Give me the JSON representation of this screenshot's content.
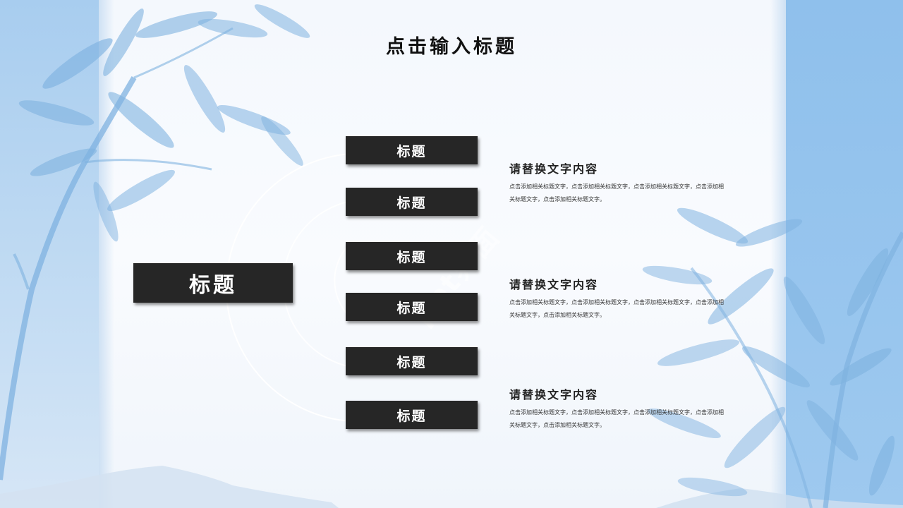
{
  "slide": {
    "title": "点击输入标题",
    "center_label": "标题",
    "items": [
      {
        "label": "标题"
      },
      {
        "label": "标题"
      },
      {
        "label": "标题"
      },
      {
        "label": "标题"
      },
      {
        "label": "标题"
      },
      {
        "label": "标题"
      }
    ],
    "sections": [
      {
        "heading": "请替换文字内容",
        "body": "点击添加相关标题文字，点击添加相关标题文字，点击添加相关标题文字，点击添加相关标题文字，点击添加相关标题文字。"
      },
      {
        "heading": "请替换文字内容",
        "body": "点击添加相关标题文字，点击添加相关标题文字，点击添加相关标题文字，点击添加相关标题文字，点击添加相关标题文字。"
      },
      {
        "heading": "请替换文字内容",
        "body": "点击添加相关标题文字，点击添加相关标题文字，点击添加相关标题文字，点击添加相关标题文字，点击添加相关标题文字。"
      }
    ],
    "watermark": "ppt界面"
  },
  "colors": {
    "box": "#262626",
    "bamboo": "#7fb2e0",
    "background": "#f4f8fd"
  }
}
